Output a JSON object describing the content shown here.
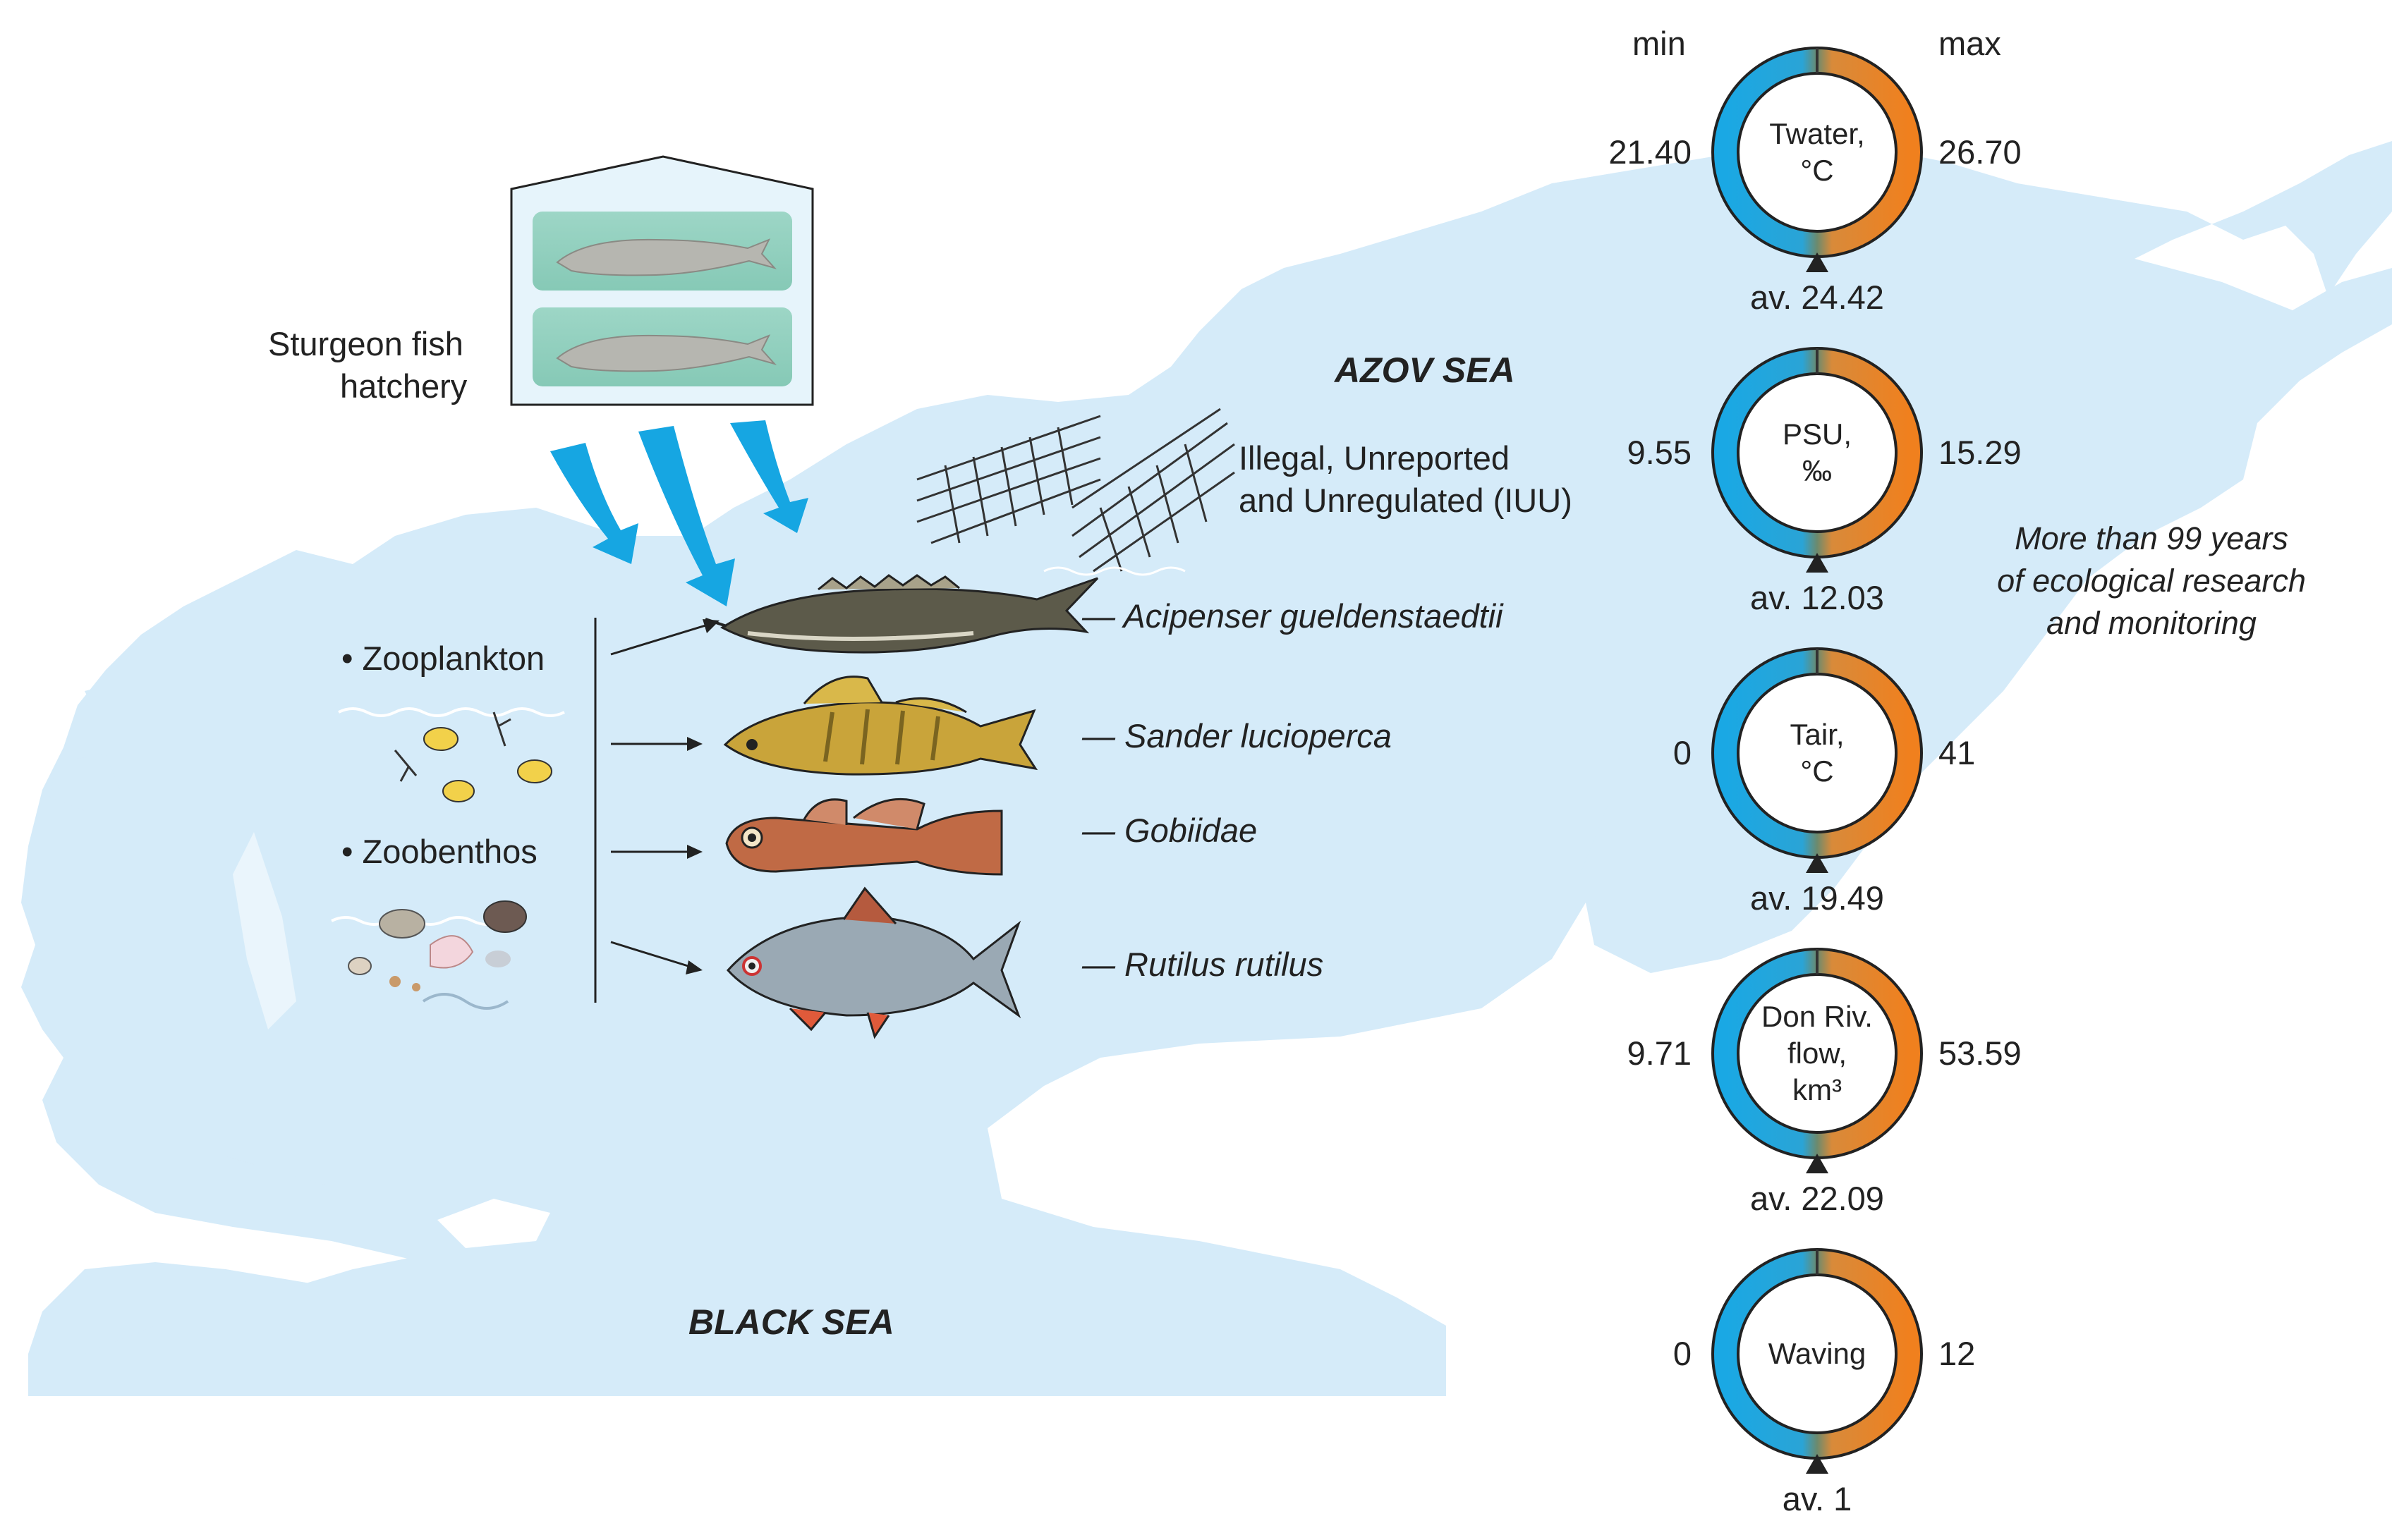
{
  "labels": {
    "azov_sea": "AZOV SEA",
    "black_sea": "BLACK SEA",
    "hatchery": [
      "Sturgeon fish",
      "hatchery"
    ],
    "iuu": [
      "Illegal, Unreported",
      "and Unregulated (IUU)"
    ],
    "zooplankton": "• Zooplankton",
    "zoobenthos": "• Zoobenthos",
    "research_note": [
      "More than 99 years",
      "of ecological research",
      "and monitoring"
    ],
    "min_header": "min",
    "max_header": "max"
  },
  "species": [
    {
      "name": "— Acipenser gueldenstaedtii"
    },
    {
      "name": "— Sander lucioperca"
    },
    {
      "name": "— Gobiidae"
    },
    {
      "name": "— Rutilus rutilus"
    }
  ],
  "gauges": [
    {
      "label": [
        "Twater,",
        "°C"
      ],
      "min": "21.40",
      "max": "26.70",
      "avg": "av. 24.42"
    },
    {
      "label": [
        "PSU,",
        "‰"
      ],
      "min": "9.55",
      "max": "15.29",
      "avg": "av. 12.03"
    },
    {
      "label": [
        "Tair,",
        "°C"
      ],
      "min": "0",
      "max": "41",
      "avg": "av. 19.49"
    },
    {
      "label": [
        "Don Riv.",
        "flow,",
        "km³"
      ],
      "min": "9.71",
      "max": "53.59",
      "avg": "av. 22.09"
    },
    {
      "label": [
        "Waving"
      ],
      "min": "0",
      "max": "12",
      "avg": "av. 1"
    }
  ],
  "colors": {
    "sea": "#d5ebf9",
    "arrow": "#16a6e2",
    "gauge_min": "#1aa8e4",
    "gauge_max": "#f0801e",
    "gauge_mid": "#5a7a6a",
    "hatchery_tank": "#8fcfbd",
    "sturgeon": "#5c5a4a",
    "zander": "#c9a43a",
    "goby": "#c06a45",
    "roach": "#8a9aa6"
  }
}
